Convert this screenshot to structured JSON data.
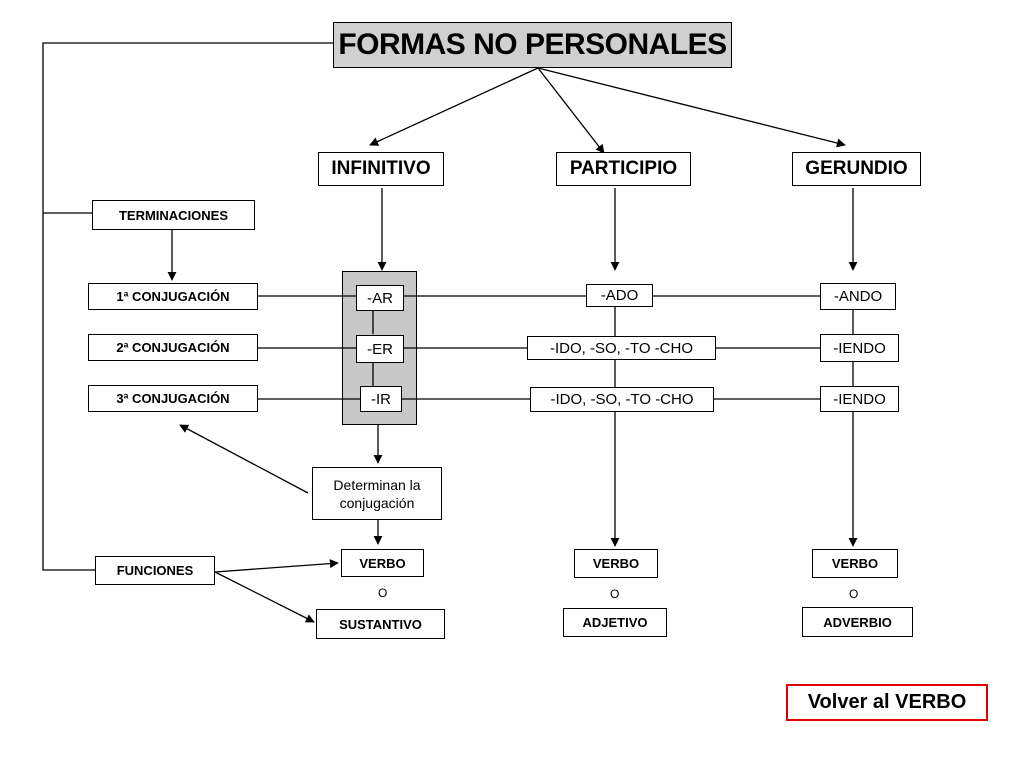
{
  "title": "FORMAS NO PERSONALES",
  "columns": {
    "infinitivo": "INFINITIVO",
    "participio": "PARTICIPIO",
    "gerundio": "GERUNDIO"
  },
  "terminaciones": "TERMINACIONES",
  "conjugaciones": [
    "1ª CONJUGACIÓN",
    "2ª CONJUGACIÓN",
    "3ª CONJUGACIÓN"
  ],
  "infinitivo_endings": [
    "-AR",
    "-ER",
    "-IR"
  ],
  "participio_endings": [
    "-ADO",
    "-IDO, -SO, -TO -CHO",
    "-IDO, -SO, -TO -CHO"
  ],
  "gerundio_endings": [
    "-ANDO",
    "-IENDO",
    "-IENDO"
  ],
  "determinan": "Determinan la conjugación",
  "funciones": "FUNCIONES",
  "functions": {
    "infinitivo": {
      "first": "VERBO",
      "or": "O",
      "second": "SUSTANTIVO"
    },
    "participio": {
      "first": "VERBO",
      "or": "O",
      "second": "ADJETIVO"
    },
    "gerundio": {
      "first": "VERBO",
      "or": "O",
      "second": "ADVERBIO"
    }
  },
  "back_link": "Volver al VERBO"
}
